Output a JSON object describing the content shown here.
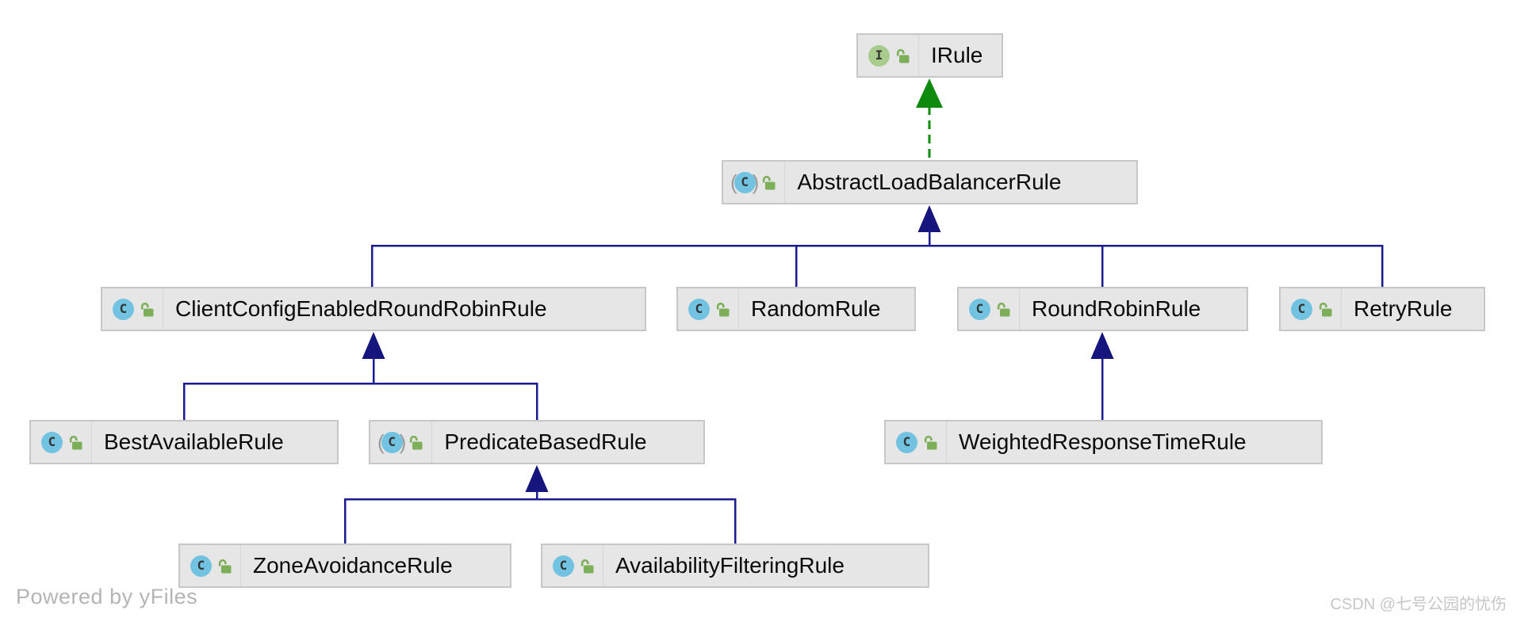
{
  "nodes": [
    {
      "label": "IRule",
      "kind": "interface"
    },
    {
      "label": "AbstractLoadBalancerRule",
      "kind": "abstract_class"
    },
    {
      "label": "ClientConfigEnabledRoundRobinRule",
      "kind": "class"
    },
    {
      "label": "RandomRule",
      "kind": "class"
    },
    {
      "label": "RoundRobinRule",
      "kind": "class"
    },
    {
      "label": "RetryRule",
      "kind": "class"
    },
    {
      "label": "BestAvailableRule",
      "kind": "class"
    },
    {
      "label": "PredicateBasedRule",
      "kind": "abstract_class"
    },
    {
      "label": "WeightedResponseTimeRule",
      "kind": "class"
    },
    {
      "label": "ZoneAvoidanceRule",
      "kind": "class"
    },
    {
      "label": "AvailabilityFilteringRule",
      "kind": "class"
    }
  ],
  "edges": [
    {
      "from": "AbstractLoadBalancerRule",
      "to": "IRule",
      "type": "implements"
    },
    {
      "from": "ClientConfigEnabledRoundRobinRule",
      "to": "AbstractLoadBalancerRule",
      "type": "extends"
    },
    {
      "from": "RandomRule",
      "to": "AbstractLoadBalancerRule",
      "type": "extends"
    },
    {
      "from": "RoundRobinRule",
      "to": "AbstractLoadBalancerRule",
      "type": "extends"
    },
    {
      "from": "RetryRule",
      "to": "AbstractLoadBalancerRule",
      "type": "extends"
    },
    {
      "from": "BestAvailableRule",
      "to": "ClientConfigEnabledRoundRobinRule",
      "type": "extends"
    },
    {
      "from": "PredicateBasedRule",
      "to": "ClientConfigEnabledRoundRobinRule",
      "type": "extends"
    },
    {
      "from": "WeightedResponseTimeRule",
      "to": "RoundRobinRule",
      "type": "extends"
    },
    {
      "from": "ZoneAvoidanceRule",
      "to": "PredicateBasedRule",
      "type": "extends"
    },
    {
      "from": "AvailabilityFilteringRule",
      "to": "PredicateBasedRule",
      "type": "extends"
    }
  ],
  "icons": {
    "class_letter": "C",
    "interface_letter": "I",
    "abstract_paren_open": "(",
    "abstract_paren_close": ")",
    "lock": "open-lock"
  },
  "colors": {
    "extends_line": "#1b1b91",
    "extends_arrow": "#15157d",
    "implements_line": "#0e8a0e",
    "node_bg": "#e6e6e6",
    "node_border": "#c7c7c7",
    "class_icon_bg": "#72c2e2",
    "interface_icon_bg": "#a9cb8d",
    "lock_green": "#7dae58"
  },
  "watermarks": {
    "yfiles": "Powered by yFiles",
    "csdn": "CSDN @七号公园的忧伤"
  }
}
